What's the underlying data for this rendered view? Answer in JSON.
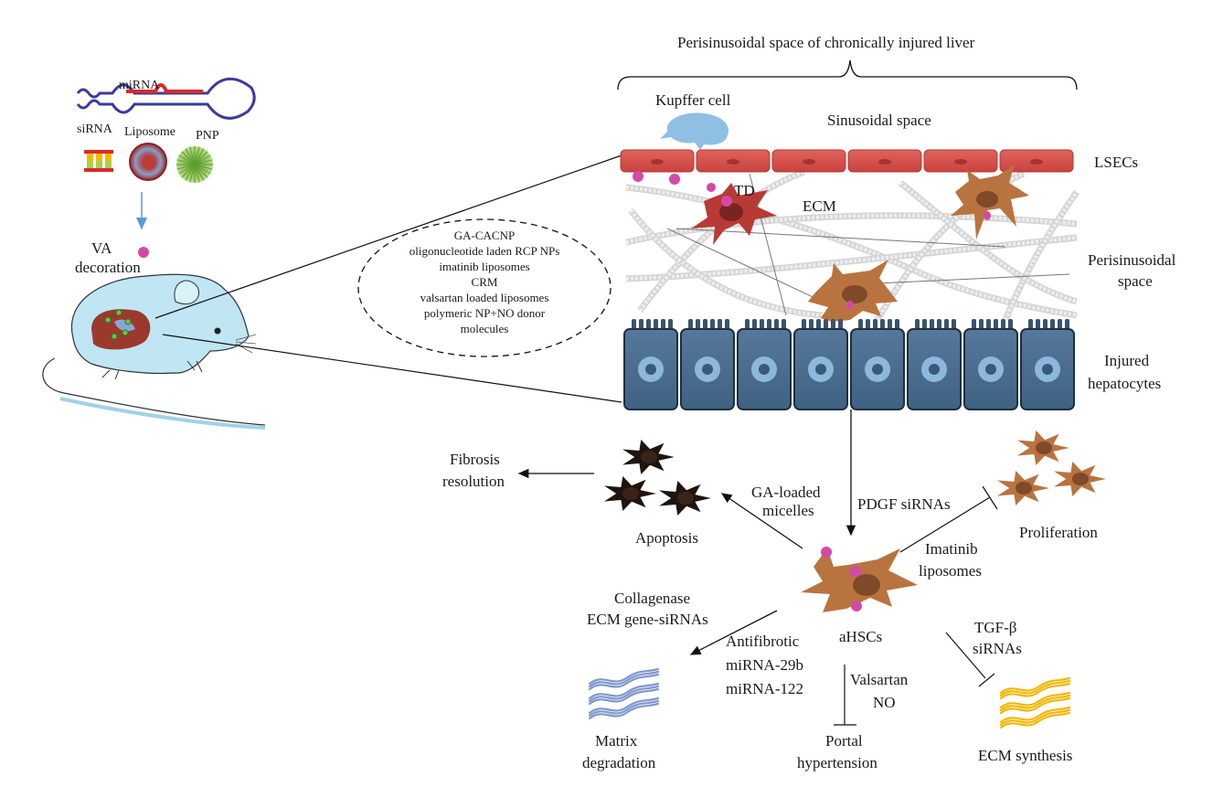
{
  "title": "Perisinusoidal space of chronically injured liver",
  "carriers": {
    "mirna": "miRNA",
    "sirna": "siRNA",
    "liposome": "Liposome",
    "pnp": "PNP",
    "va_decoration": [
      "VA",
      "decoration"
    ]
  },
  "nanoparticle_list": [
    "GA-CACNP",
    "oligonucleotide laden RCP NPs",
    "imatinib liposomes",
    "CRM",
    "valsartan loaded liposomes",
    "polymeric NP+NO donor",
    "molecules"
  ],
  "tissue_labels": {
    "kupffer": "Kupffer cell",
    "sinusoidal": "Sinusoidal space",
    "lsecs": "LSECs",
    "td": "TD",
    "ecm": "ECM",
    "perisinusoidal": [
      "Perisinusoidal",
      "space"
    ],
    "hepatocytes": [
      "Injured",
      "hepatocytes"
    ]
  },
  "outcomes": {
    "fibrosis_resolution": [
      "Fibrosis",
      "resolution"
    ],
    "apoptosis": "Apoptosis",
    "ga_micelles": [
      "GA-loaded",
      "micelles"
    ],
    "pdgf": "PDGF siRNAs",
    "proliferation": "Proliferation",
    "imatinib": [
      "Imatinib",
      "liposomes"
    ],
    "ahscs": "aHSCs",
    "collagenase": [
      "Collagenase",
      "ECM gene-siRNAs"
    ],
    "antifibrotic": [
      "Antifibrotic",
      "miRNA-29b",
      "miRNA-122"
    ],
    "valsartan": [
      "Valsartan",
      "NO"
    ],
    "tgf": [
      "TGF-β",
      "siRNAs"
    ],
    "matrix": [
      "Matrix",
      "degradation"
    ],
    "portal": [
      "Portal",
      "hypertension"
    ],
    "ecm_synthesis": "ECM synthesis"
  },
  "colors": {
    "lsec": "#d9534f",
    "hepatocyte": "#4a6f91",
    "hsc": "#b9733f",
    "td_cell": "#b83a35",
    "va_dot": "#d449a8",
    "kupffer": "#8fbfe3",
    "mouse": "#bfe6f2",
    "matrix_fiber": "#7f97cf",
    "ecm_fiber": "#f2b705"
  }
}
